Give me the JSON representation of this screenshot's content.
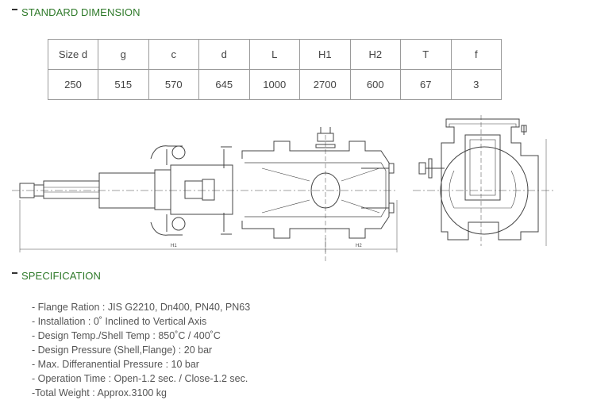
{
  "standard_dimension": {
    "title": "STANDARD DIMENSION",
    "headers": [
      "Size d",
      "g",
      "c",
      "d",
      "L",
      "H1",
      "H2",
      "T",
      "f"
    ],
    "rows": [
      [
        "250",
        "515",
        "570",
        "645",
        "1000",
        "2700",
        "600",
        "67",
        "3"
      ]
    ]
  },
  "drawing": {
    "dim_left_label": "H1",
    "dim_right_label": "H2"
  },
  "specification": {
    "title": "SPECIFICATION",
    "items": [
      "- Flange Ration : JIS G2210, Dn400, PN40, PN63",
      "- Installation : 0˚ Inclined to Vertical Axis",
      "- Design Temp./Shell Temp : 850˚C / 400˚C",
      "- Design Pressure (Shell,Flange) : 20 bar",
      "- Max. Differanential Pressure : 10 bar",
      "- Operation Time : Open-1.2 sec. / Close-1.2 sec.",
      "-Total Weight : Approx.3100 kg"
    ]
  }
}
